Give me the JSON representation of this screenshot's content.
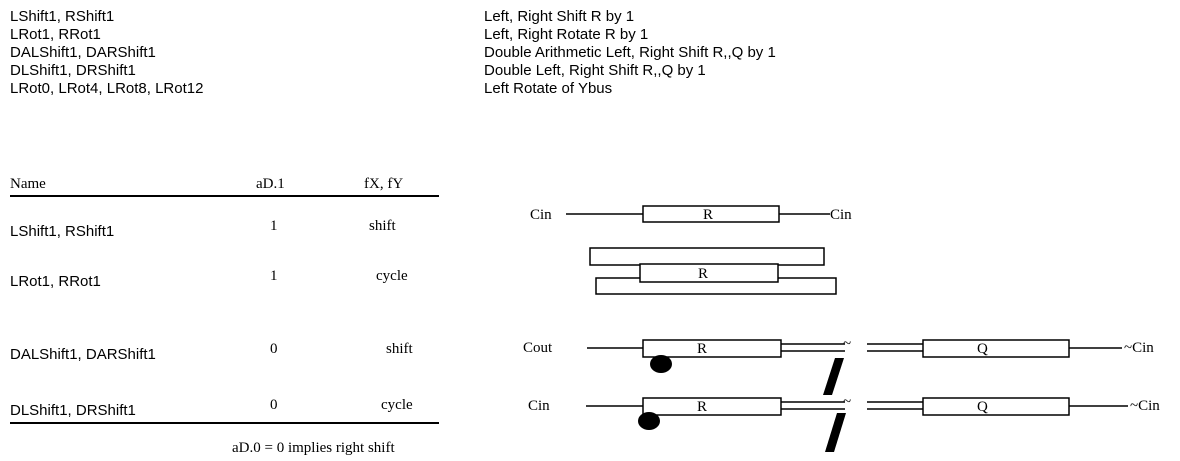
{
  "op_list": {
    "names": [
      "LShift1, RShift1",
      "LRot1, RRot1",
      "DALShift1, DARShift1",
      "DLShift1, DRShift1",
      "LRot0, LRot4, LRot8, LRot12"
    ],
    "descriptions": [
      "Left, Right Shift R by  1",
      "Left, Right Rotate R by 1",
      "Double Arithmetic Left, Right Shift R,,Q by 1",
      "Double Left, Right Shift R,,Q by 1",
      "Left Rotate of Ybus"
    ]
  },
  "table": {
    "headers": {
      "name": "Name",
      "ad1": "aD.1",
      "fxfy": "fX, fY"
    },
    "rows": [
      {
        "name": "LShift1, RShift1",
        "ad1": "1",
        "fxfy": "shift"
      },
      {
        "name": "LRot1, RRot1",
        "ad1": "1",
        "fxfy": "cycle"
      },
      {
        "name": "DALShift1, DARShift1",
        "ad1": "0",
        "fxfy": "shift"
      },
      {
        "name": "DLShift1, DRShift1",
        "ad1": "0",
        "fxfy": "cycle"
      }
    ],
    "footnote": "aD.0 = 0 implies right shift"
  },
  "diagram": {
    "shift": {
      "left": "Cin",
      "reg": "R",
      "right": "Cin"
    },
    "rotate": {
      "reg": "R"
    },
    "double_arith": {
      "left": "Cout",
      "reg_r": "R",
      "tilde": "~",
      "reg_q": "Q",
      "right": "~Cin"
    },
    "double_logic": {
      "left": "Cin",
      "reg_r": "R",
      "tilde": "~",
      "reg_q": "Q",
      "right": "~Cin"
    }
  }
}
